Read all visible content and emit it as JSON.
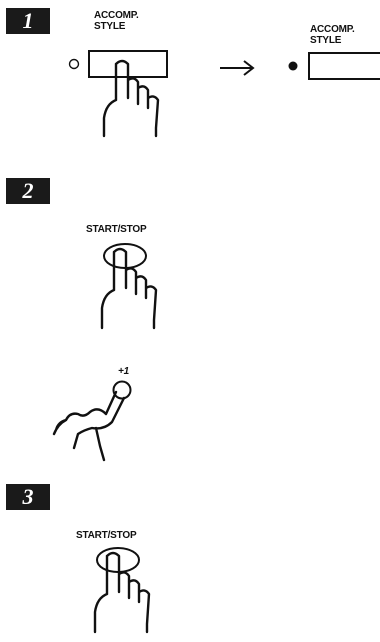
{
  "steps": {
    "one": {
      "number": "1",
      "button_label": "ACCOMP.\nSTYLE",
      "result_label": "ACCOMP.\nSTYLE"
    },
    "two": {
      "number": "2",
      "button_label": "START/STOP",
      "sync_label": "+1"
    },
    "three": {
      "number": "3",
      "button_label": "START/STOP"
    }
  },
  "icons": {
    "arrow": "right-arrow-icon",
    "indicator_off": "led-off-icon",
    "indicator_on": "led-on-icon",
    "finger": "finger-press-icon"
  }
}
